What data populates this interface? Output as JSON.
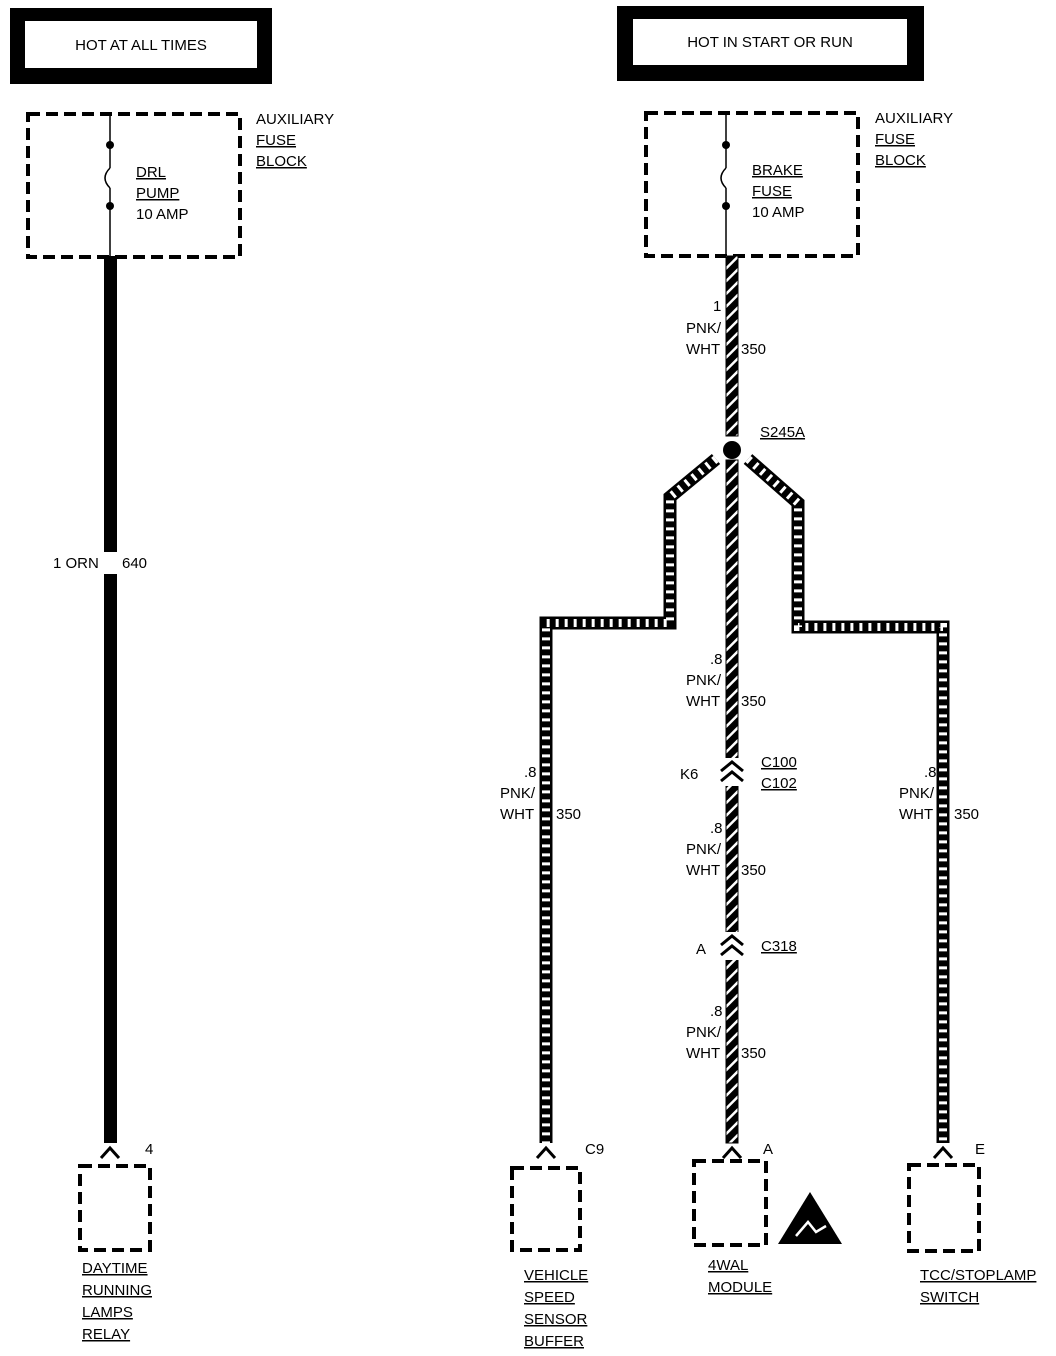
{
  "headers": {
    "left": "HOT AT ALL TIMES",
    "right": "HOT IN START OR RUN"
  },
  "fuse_blocks": [
    {
      "block_name": [
        "AUXILIARY",
        "FUSE",
        "BLOCK"
      ],
      "fuse_name": [
        "DRL",
        "PUMP",
        "10 AMP"
      ]
    },
    {
      "block_name": [
        "AUXILIARY",
        "FUSE",
        "BLOCK"
      ],
      "fuse_name": [
        "BRAKE",
        "FUSE",
        "10 AMP"
      ]
    }
  ],
  "wires": {
    "orn": "1 ORN",
    "orn_circuit": "640",
    "main_size": "1",
    "color_top": "PNK/",
    "color_bottom": "WHT",
    "circuit": "350",
    "branch_size": ".8"
  },
  "splice": "S245A",
  "connectors": {
    "c100_pin": "K6",
    "c100_names": [
      "C100",
      "C102"
    ],
    "c318_pin": "A",
    "c318_name": "C318"
  },
  "components": [
    {
      "pin": "4",
      "name": [
        "DAYTIME",
        "RUNNING",
        "LAMPS",
        "RELAY"
      ]
    },
    {
      "pin": "C9",
      "name": [
        "VEHICLE",
        "SPEED",
        "SENSOR",
        "BUFFER"
      ]
    },
    {
      "pin": "A",
      "name": [
        "4WAL",
        "MODULE"
      ]
    },
    {
      "pin": "E",
      "name": [
        "TCC/STOPLAMP",
        "SWITCH"
      ]
    }
  ]
}
